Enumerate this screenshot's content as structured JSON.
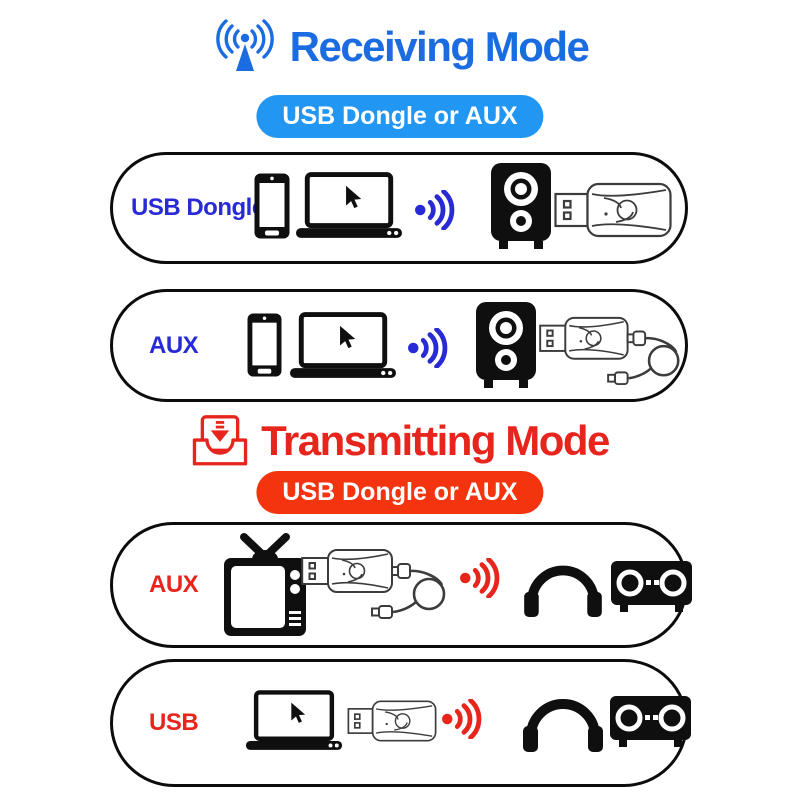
{
  "colors": {
    "heading_blue": "#1b6ce1",
    "badge_blue": "#2197f3",
    "label_blue": "#282ad6",
    "heading_red": "#e8251d",
    "badge_red": "#f4330f",
    "icon_black": "#0f0f0f"
  },
  "receiving": {
    "title": "Receiving Mode",
    "title_icon": "antenna-broadcast-icon",
    "badge": "USB Dongle or AUX",
    "rows": [
      {
        "label": "USB Dongle",
        "icons": [
          "smartphone-icon",
          "laptop-icon",
          "wireless-signal-icon",
          "speaker-icon",
          "usb-dongle-icon"
        ]
      },
      {
        "label": "AUX",
        "icons": [
          "smartphone-icon",
          "laptop-icon",
          "wireless-signal-icon",
          "speaker-icon",
          "usb-dongle-aux-cable-icon"
        ]
      }
    ]
  },
  "transmitting": {
    "title": "Transmitting Mode",
    "title_icon": "download-tray-icon",
    "badge": "USB Dongle or AUX",
    "rows": [
      {
        "label": "AUX",
        "icons": [
          "tv-icon",
          "usb-dongle-aux-cable-icon",
          "wireless-signal-icon",
          "headphones-icon",
          "stereo-speaker-icon"
        ]
      },
      {
        "label": "USB",
        "icons": [
          "laptop-icon",
          "usb-dongle-icon",
          "wireless-signal-icon",
          "headphones-icon",
          "stereo-speaker-icon"
        ]
      }
    ]
  }
}
